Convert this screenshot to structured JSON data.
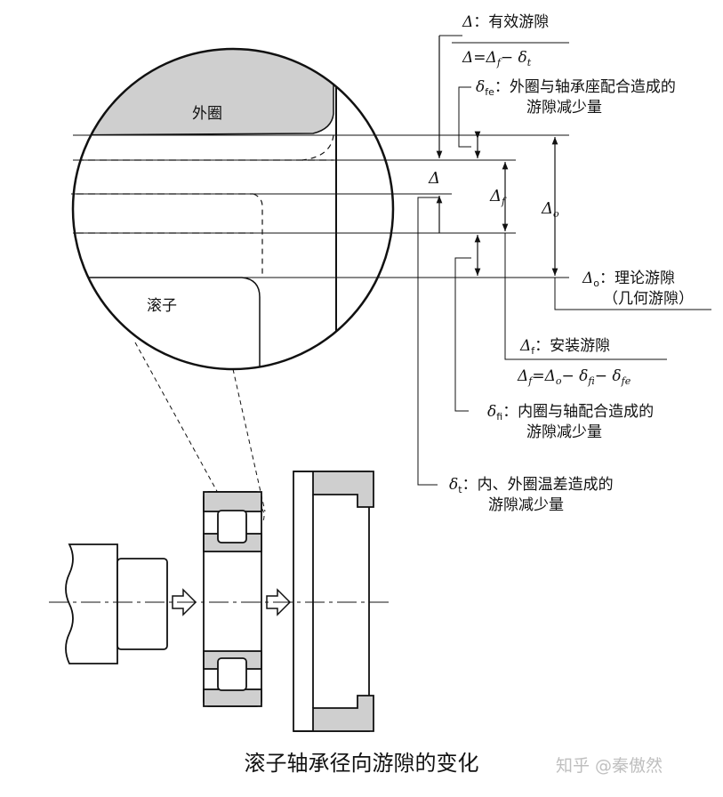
{
  "diagram": {
    "outer_ring_label": "外圈",
    "roller_label": "滚子",
    "effective_clearance": {
      "symbol": "Δ",
      "desc": "：有效游隙",
      "formula": [
        "Δ=Δ",
        "f",
        "− δ",
        "t"
      ]
    },
    "outer_fit_reduction": {
      "symbol": "δ",
      "sub": "fe",
      "line1": "：外圈与轴承座配合造成的",
      "line2": "游隙减少量"
    },
    "theoretical_clearance": {
      "symbol": "Δ",
      "sub": "o",
      "line1": "：理论游隙",
      "line2": "（几何游隙）"
    },
    "installed_clearance": {
      "symbol": "Δ",
      "sub": "f",
      "desc": "：安装游隙",
      "formula": [
        "Δ",
        "f",
        "=Δ",
        "o",
        "− δ",
        "fi",
        "− δ",
        "fe"
      ]
    },
    "inner_fit_reduction": {
      "symbol": "δ",
      "sub": "fi",
      "line1": "：内圈与轴配合造成的",
      "line2": "游隙减少量"
    },
    "temperature_reduction": {
      "symbol": "δ",
      "sub": "t",
      "line1": "：内、外圈温差造成的",
      "line2": "游隙减少量"
    },
    "dim_labels": {
      "delta": "Δ",
      "delta_f": [
        "Δ",
        "f"
      ],
      "delta_o": [
        "Δ",
        "o"
      ]
    }
  },
  "caption": "滚子轴承径向游隙的变化",
  "watermark": "知乎 @秦傲然"
}
